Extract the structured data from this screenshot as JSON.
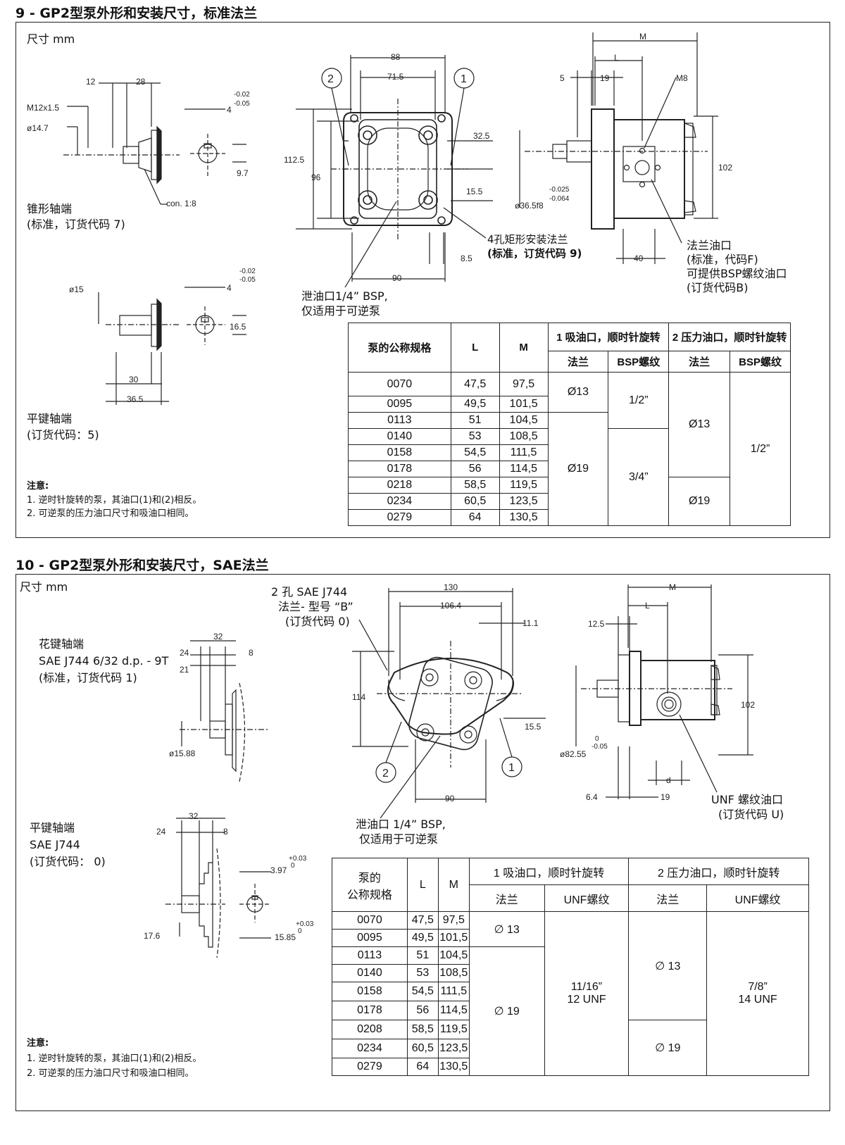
{
  "section9": {
    "title": "9 - GP2型泵外形和安装尺寸，标准法兰",
    "units": "尺寸  mm",
    "drawing": {
      "d12": "12",
      "d28": "28",
      "m12": "M12x1.5",
      "d14_7": "ø14.7",
      "tol_a1": "-0.02",
      "tol_a2": "-0.05",
      "d4": "4",
      "d9_7": "9.7",
      "con": "con. 1:8",
      "d15": "ø15",
      "tol_b1": "-0.02",
      "tol_b2": "-0.05",
      "d4b": "4",
      "d16_5": "16.5",
      "d30": "30",
      "d36_5": "36.5",
      "d88": "88",
      "d71_5": "71.5",
      "port2": "2",
      "port1": "1",
      "d112_5": "112.5",
      "d96": "96",
      "d32_5": "32.5",
      "d15_5": "15.5",
      "d8_5": "8.5",
      "d90": "90",
      "dM": "M",
      "dL": "L",
      "d5": "5",
      "d19": "19",
      "dM8": "M8",
      "dlt1": "-0.025",
      "dlt2": "-0.064",
      "d36_5f8": "ø36.5f8",
      "d102": "102",
      "d40": "40"
    },
    "labels": {
      "taper_shaft": "锥形轴端",
      "taper_order": "(标准，订货代码 7)",
      "key_shaft": "平键轴端",
      "key_order": "(订货代码：5)",
      "flange_4": "4孔矩形安装法兰",
      "flange_4_order": "(标准，订货代码 9)",
      "drain": "泄油口1/4” BSP,",
      "drain_note": "仅适用于可逆泵",
      "flange_port": "法兰油口",
      "flange_port_std": "(标准，代码F)",
      "bsp_port": "可提供BSP螺纹油口",
      "bsp_order": "(订货代码B)"
    },
    "notes": {
      "heading": "注意:",
      "n1": "1. 逆时针旋转的泵，其油口(1)和(2)相反。",
      "n2": "2. 可逆泵的压力油口尺寸和吸油口相同。"
    },
    "table": {
      "h_size": "泵的公称规格",
      "h_L": "L",
      "h_M": "M",
      "h_inlet": "1 吸油口，顺时针旋转",
      "h_outlet": "2 压力油口，顺时针旋转",
      "h_flange": "法兰",
      "h_bsp": "BSP螺纹",
      "rows": [
        [
          "0070",
          "47,5",
          "97,5"
        ],
        [
          "0095",
          "49,5",
          "101,5"
        ],
        [
          "0113",
          "51",
          "104,5"
        ],
        [
          "0140",
          "53",
          "108,5"
        ],
        [
          "0158",
          "54,5",
          "111,5"
        ],
        [
          "0178",
          "56",
          "114,5"
        ],
        [
          "0218",
          "58,5",
          "119,5"
        ],
        [
          "0234",
          "60,5",
          "123,5"
        ],
        [
          "0279",
          "64",
          "130,5"
        ]
      ],
      "in_flange_small": "Ø13",
      "in_flange_large": "Ø19",
      "in_bsp_small": "1/2”",
      "in_bsp_large": "3/4”",
      "out_flange_small": "Ø13",
      "out_flange_large": "Ø19",
      "out_bsp": "1/2”"
    }
  },
  "section10": {
    "title": "10 - GP2型泵外形和安装尺寸，SAE法兰",
    "units": "尺寸  mm",
    "drawing": {
      "d32": "32",
      "d24": "24",
      "d8": "8",
      "d21": "21",
      "d15_88": "ø15.88",
      "d32b": "32",
      "d24b": "24",
      "d8b": "8",
      "d3_97": "3.97",
      "tol1a": "+0.03",
      "tol1b": "0",
      "d17_6": "17.6",
      "d15_85": "15.85",
      "tol2a": "+0.03",
      "tol2b": "0",
      "d130": "130",
      "d106_4": "106.4",
      "d11_1": "11.1",
      "d114": "114",
      "d15_5": "15.5",
      "port2": "2",
      "port1": "1",
      "d90": "90",
      "dM": "M",
      "dL": "L",
      "d12_5": "12.5",
      "d102": "102",
      "tol3a": "0",
      "tol3b": "-0.05",
      "d82_55": "ø82.55",
      "dd": "d",
      "d6_4": "6.4",
      "d19": "19"
    },
    "labels": {
      "sae_flange_1": "2 孔 SAE J744",
      "sae_flange_2": "法兰- 型号 “B”",
      "sae_flange_3": "(订货代码 0)",
      "spline_shaft": "花键轴端",
      "spline_spec": "SAE J744 6/32 d.p. - 9T",
      "spline_order": "(标准，订货代码 1)",
      "key_shaft": "平键轴端",
      "key_spec": "SAE J744",
      "key_order": "(订货代码： 0)",
      "drain": "泄油口 1/4” BSP,",
      "drain_note": "仅适用于可逆泵",
      "unf_port": "UNF 螺纹油口",
      "unf_order": "(订货代码 U)"
    },
    "notes": {
      "heading": "注意:",
      "n1": "1. 逆时针旋转的泵，其油口(1)和(2)相反。",
      "n2": "2. 可逆泵的压力油口尺寸和吸油口相同。"
    },
    "table": {
      "h_size_1": "泵的",
      "h_size_2": "公称规格",
      "h_L": "L",
      "h_M": "M",
      "h_inlet": "1 吸油口，顺时针旋转",
      "h_outlet": "2 压力油口，顺时针旋转",
      "h_flange": "法兰",
      "h_unf": "UNF螺纹",
      "rows": [
        [
          "0070",
          "47,5",
          "97,5"
        ],
        [
          "0095",
          "49,5",
          "101,5"
        ],
        [
          "0113",
          "51",
          "104,5"
        ],
        [
          "0140",
          "53",
          "108,5"
        ],
        [
          "0158",
          "54,5",
          "111,5"
        ],
        [
          "0178",
          "56",
          "114,5"
        ],
        [
          "0208",
          "58,5",
          "119,5"
        ],
        [
          "0234",
          "60,5",
          "123,5"
        ],
        [
          "0279",
          "64",
          "130,5"
        ]
      ],
      "in_flange_small": "∅ 13",
      "in_flange_large": "∅ 19",
      "in_unf_1": "11/16”",
      "in_unf_2": "12 UNF",
      "out_flange_small": "∅ 13",
      "out_flange_large": "∅ 19",
      "out_unf_1": "7/8”",
      "out_unf_2": "14 UNF"
    }
  }
}
